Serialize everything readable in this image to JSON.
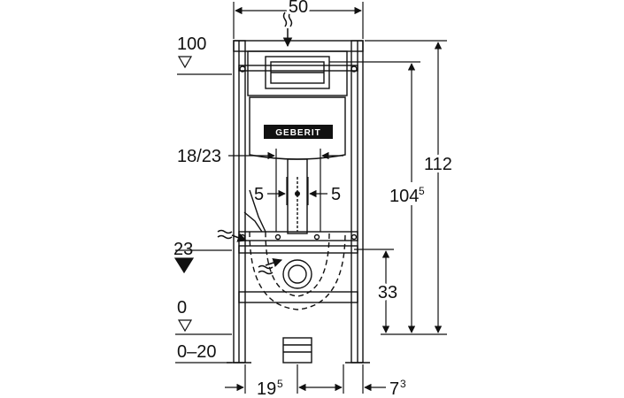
{
  "dimensions": {
    "top_width": "50",
    "height_total": "112",
    "height_inner": "104",
    "height_inner_sup": "5",
    "flush_pipe": "18/23",
    "offset_left": "5",
    "offset_right": "5",
    "bottom_left": "19",
    "bottom_left_sup": "5",
    "bottom_right": "7",
    "bottom_right_sup": "3",
    "drain_height": "33"
  },
  "levels": {
    "top_level": "100",
    "drain_level": "23",
    "floor_level": "0",
    "floor_range": "0–20"
  },
  "brand": {
    "logo_text": "GEBERIT"
  },
  "colors": {
    "line": "#111111",
    "fill_dark": "#111111",
    "background": "#ffffff"
  }
}
